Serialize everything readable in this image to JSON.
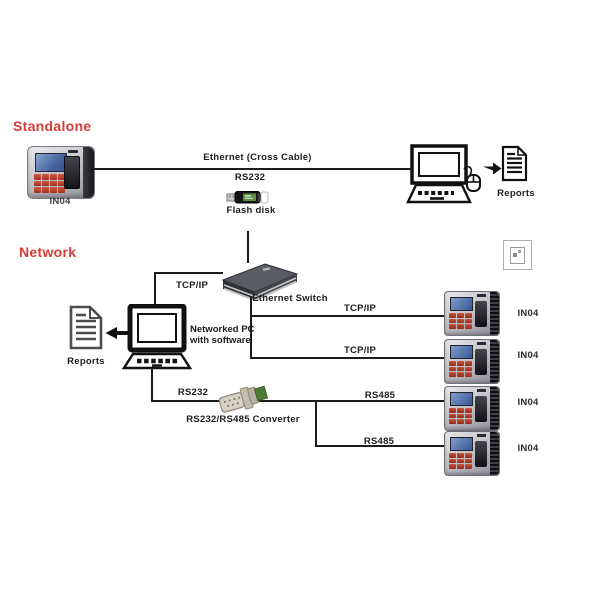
{
  "colors": {
    "background": "#ffffff",
    "section_title": "#d93a3a",
    "line": "#1c1c1c",
    "label": "#1c1c1c",
    "device_screen": "#49659f",
    "device_keypad": "#b03a2a",
    "switch_body": "#3c3f45",
    "converter_green": "#4f7d35"
  },
  "standalone": {
    "title": "Standalone",
    "device_label": "IN04",
    "cable_label": "Ethernet (Cross Cable)",
    "serial_label": "RS232",
    "flash_label": "Flash disk",
    "reports_label": "Reports"
  },
  "network": {
    "title": "Network",
    "switch_label": "Ethernet Switch",
    "pc_uplink_label": "TCP/IP",
    "pc_caption_line1": "Networked PC",
    "pc_caption_line2": "with software",
    "reports_label": "Reports",
    "serial_label": "RS232",
    "converter_label": "RS232/RS485 Converter",
    "links": [
      {
        "label": "TCP/IP",
        "device_label": "IN04"
      },
      {
        "label": "TCP/IP",
        "device_label": "IN04"
      },
      {
        "label": "RS485",
        "device_label": "IN04"
      },
      {
        "label": "RS485",
        "device_label": "IN04"
      }
    ]
  },
  "icons": {
    "reports_document": "document-icon",
    "flow_arrow_right": "arrow-right-icon",
    "flow_arrow_left": "arrow-left-icon",
    "placeholder": "broken-image-icon"
  }
}
